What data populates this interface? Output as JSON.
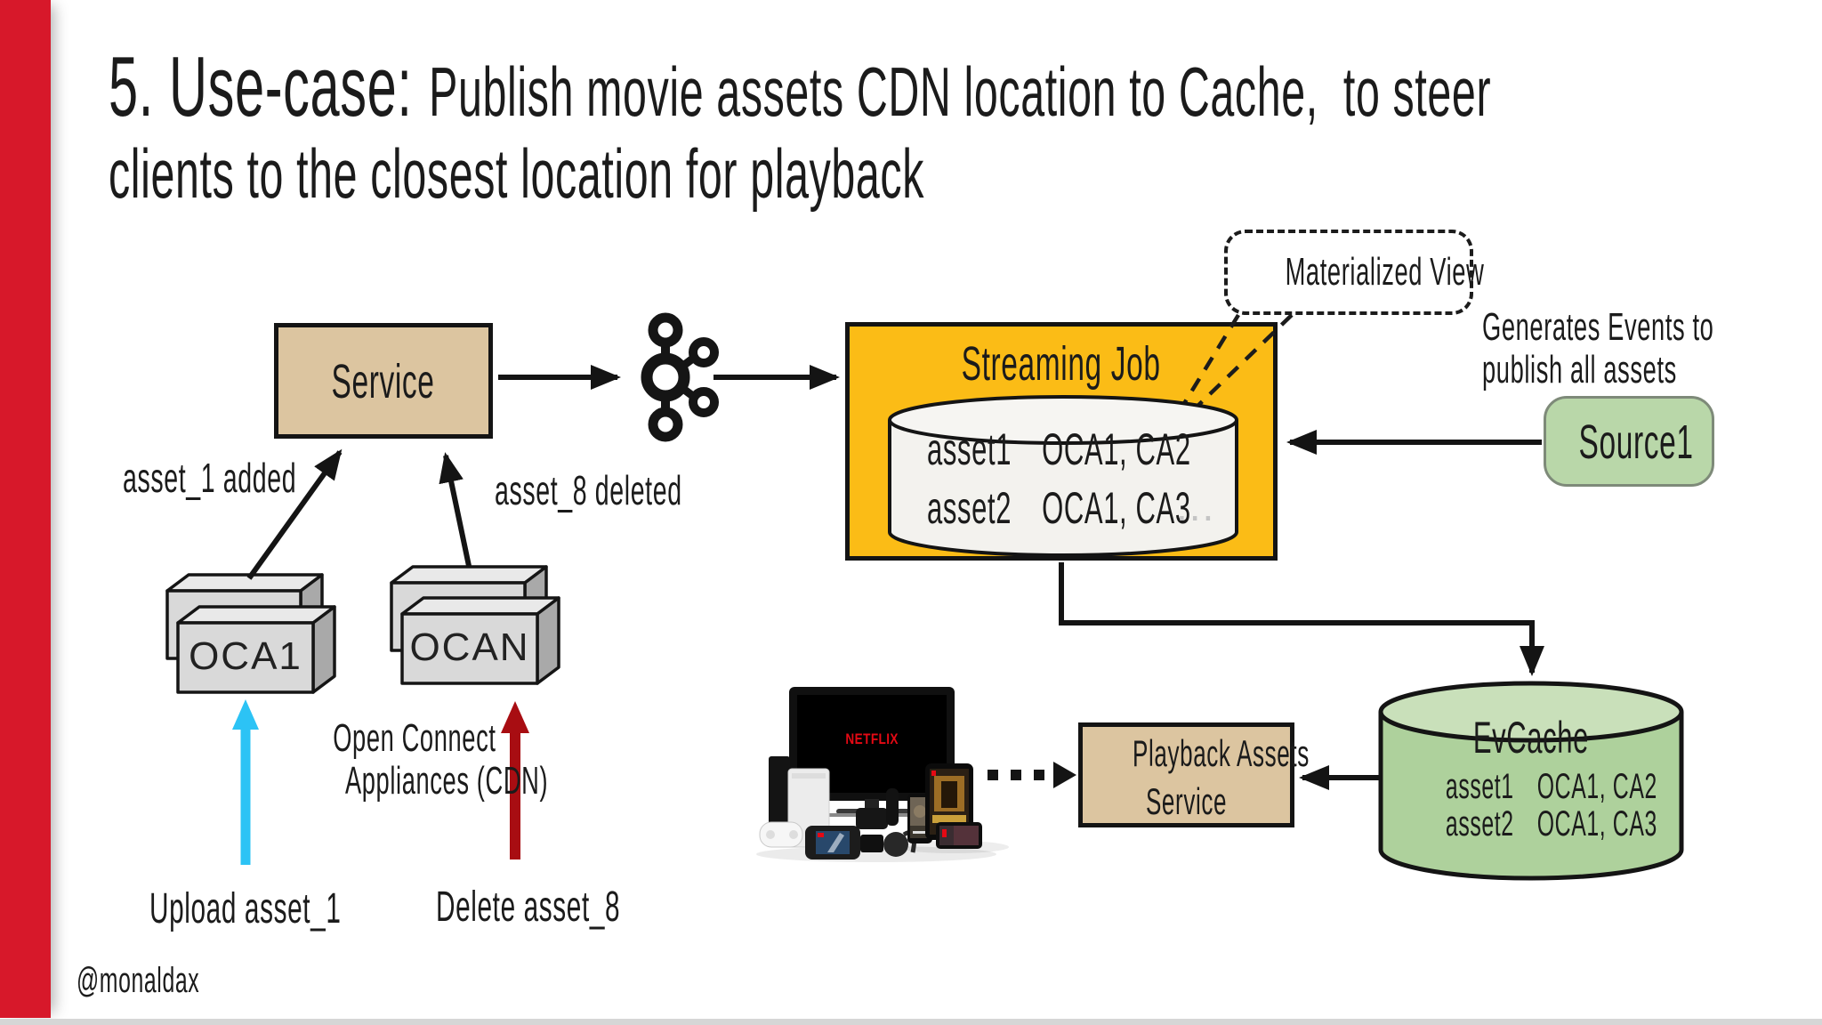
{
  "slide": {
    "title": {
      "prefix": "5. Use-case:",
      "rest": "Publish movie assets CDN location to Cache,  to steer",
      "line2": "clients to the closest location for playback"
    },
    "footer": {
      "handle": "@monaldax"
    }
  },
  "colors": {
    "accent_bar_red": "#d7182a",
    "box_tan": "#dcc5a0",
    "box_orange": "#fbbc16",
    "cylinder_white": "#f3f2ee",
    "evcache_green": "#aed19c",
    "source_green": "#b9d7a9",
    "upload_arrow_cyan": "#2cc3f5",
    "delete_arrow_red": "#a80d12",
    "netflix_red": "#e50914",
    "line_black": "#141414"
  },
  "diagram": {
    "service_box": {
      "label": "Service"
    },
    "kafka_icon": {
      "name": "kafka-logo"
    },
    "streaming_job": {
      "title": "Streaming Job",
      "view_rows": [
        {
          "key": "asset1",
          "value": "OCA1, CA2"
        },
        {
          "key": "asset2",
          "value": "OCA1, CA3"
        }
      ],
      "ellipsis": "..."
    },
    "materialized_view_callout": {
      "label": "Materialized View"
    },
    "source_caption": {
      "line1": "Generates Events to",
      "line2": "publish all assets"
    },
    "source_box": {
      "label": "Source1"
    },
    "oca_left": {
      "box_label": "OCA1",
      "event_label": "asset_1 added",
      "action_label": "Upload asset_1"
    },
    "oca_right": {
      "box_label": "OCAN",
      "event_label": "asset_8 deleted",
      "action_label": "Delete asset_8"
    },
    "oca_caption": {
      "line1": "Open Connect",
      "line2": "Appliances (CDN)"
    },
    "devices": {
      "tv_brand": "NETFLIX"
    },
    "playback_service_box": {
      "line1": "Playback Assets",
      "line2": "Service"
    },
    "evcache": {
      "title": "EvCache",
      "rows": [
        {
          "key": "asset1",
          "value": "OCA1, CA2"
        },
        {
          "key": "asset2",
          "value": "OCA1, CA3"
        }
      ]
    }
  }
}
